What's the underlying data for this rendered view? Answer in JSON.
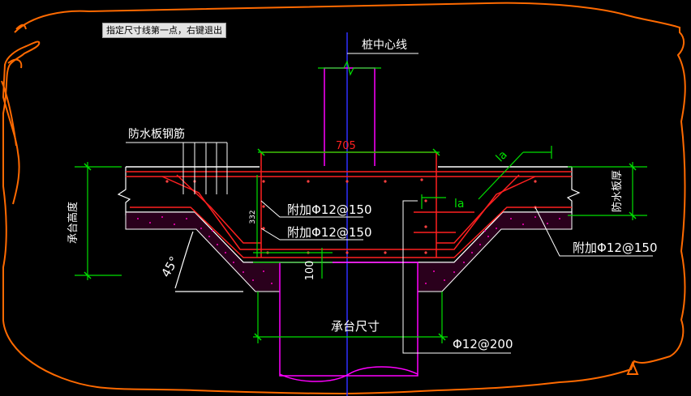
{
  "command_prompt": "指定尺寸线第一点，右键退出",
  "labels": {
    "pile_center_line": "桩中心线",
    "waterproof_slab_rebar": "防水板钢筋",
    "dim_705": "705",
    "la_upper": "la",
    "la_lower": "la",
    "waterproof_slab_thickness": "防水板厚",
    "cap_height": "承台高度",
    "add_rebar_1": "附加Φ12@150",
    "add_rebar_2": "附加Φ12@150",
    "add_rebar_3": "附加Φ12@150",
    "dim_332": "332",
    "dim_100": "100",
    "angle_45": "45°",
    "cap_size": "承台尺寸",
    "rebar_200": "Φ12@200"
  },
  "colors": {
    "background": "#000000",
    "cloud_boundary": "#ff6a00",
    "center_line": "#2f2fff",
    "rebar_red": "#ff2020",
    "dimension_green": "#00e000",
    "outline_white": "#ffffff",
    "magenta": "#ff00ff",
    "hatch": "#ff00c0"
  }
}
